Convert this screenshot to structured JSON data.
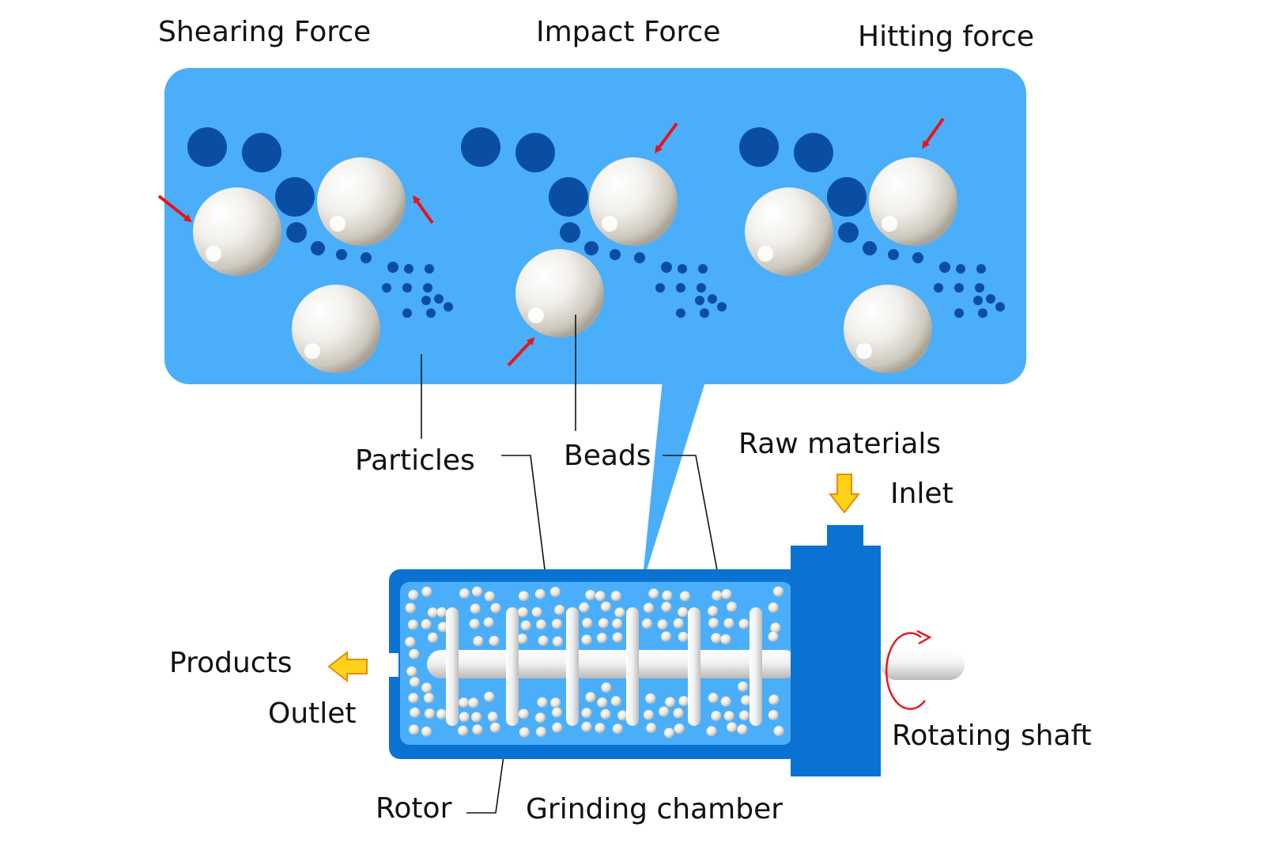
{
  "force_labels": {
    "shearing": "Shearing Force",
    "impact": "Impact Force",
    "hitting": "Hitting force"
  },
  "callouts": {
    "particles": "Particles",
    "beads": "Beads",
    "raw_materials": "Raw materials",
    "inlet": "Inlet",
    "products": "Products",
    "outlet": "Outlet",
    "rotating_shaft": "Rotating shaft",
    "rotor": "Rotor",
    "grinding_chamber": "Grinding chamber"
  },
  "colors": {
    "bubble": "#4aaefb",
    "particle": "#0a4ea3",
    "chamber_frame": "#0a72d0",
    "force_arrow": "#e8141a",
    "flow_arrow": "#ffd21a"
  }
}
